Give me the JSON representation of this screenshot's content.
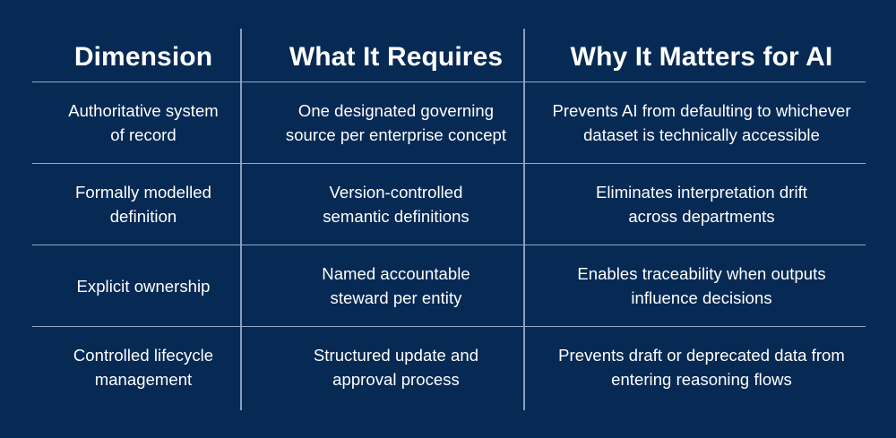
{
  "theme": {
    "background": "#072a55",
    "text_color": "#ffffff",
    "divider_color": "#93a9c7"
  },
  "table": {
    "columns": [
      {
        "label": "Dimension"
      },
      {
        "label": "What It Requires"
      },
      {
        "label": "Why It Matters for AI"
      }
    ],
    "rows": [
      {
        "dimension": "Authoritative system\nof record",
        "requires": "One designated governing\nsource per enterprise concept",
        "matters": "Prevents AI from defaulting to whichever\ndataset is technically accessible"
      },
      {
        "dimension": "Formally modelled\ndefinition",
        "requires": "Version-controlled\nsemantic definitions",
        "matters": "Eliminates interpretation drift\nacross departments"
      },
      {
        "dimension": "Explicit ownership",
        "requires": "Named accountable\nsteward per entity",
        "matters": "Enables traceability when outputs\ninfluence decisions"
      },
      {
        "dimension": "Controlled lifecycle\nmanagement",
        "requires": "Structured update and\napproval process",
        "matters": "Prevents draft or deprecated data from\nentering reasoning flows"
      }
    ]
  }
}
